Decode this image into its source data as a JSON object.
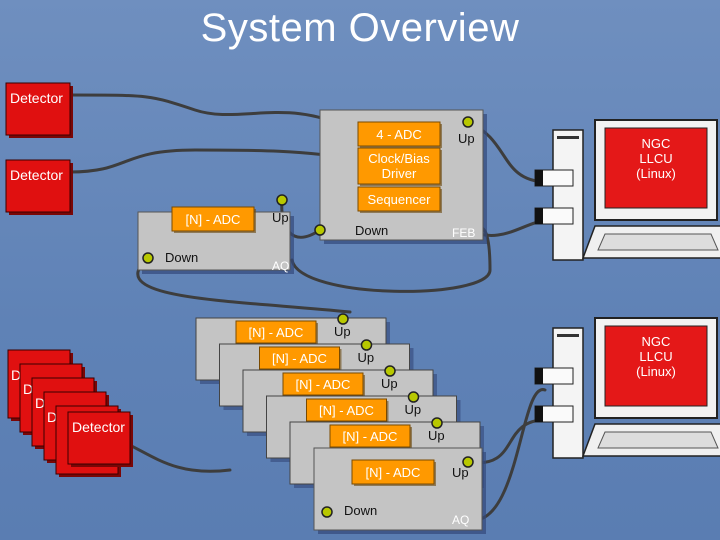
{
  "title": "System Overview",
  "detector_label": "Detector",
  "adc_4_label": "4 - ADC",
  "adc_n_label": "[N] - ADC",
  "clock_bias_label": "Clock/Bias\nDriver",
  "sequencer_label": "Sequencer",
  "up_label": "Up",
  "down_label": "Down",
  "feb_label": "FEB",
  "aq_label": "AQ",
  "llcu_label": "NGC\nLLCU\n(Linux)",
  "stack_letter": "D",
  "colors": {
    "background": "#6a8cbc",
    "detector": "#e01010",
    "adc_box": "#ff9900",
    "module_box": "#c4c4c4",
    "cable": "#3d3d3d",
    "connector": "#b8c800"
  }
}
